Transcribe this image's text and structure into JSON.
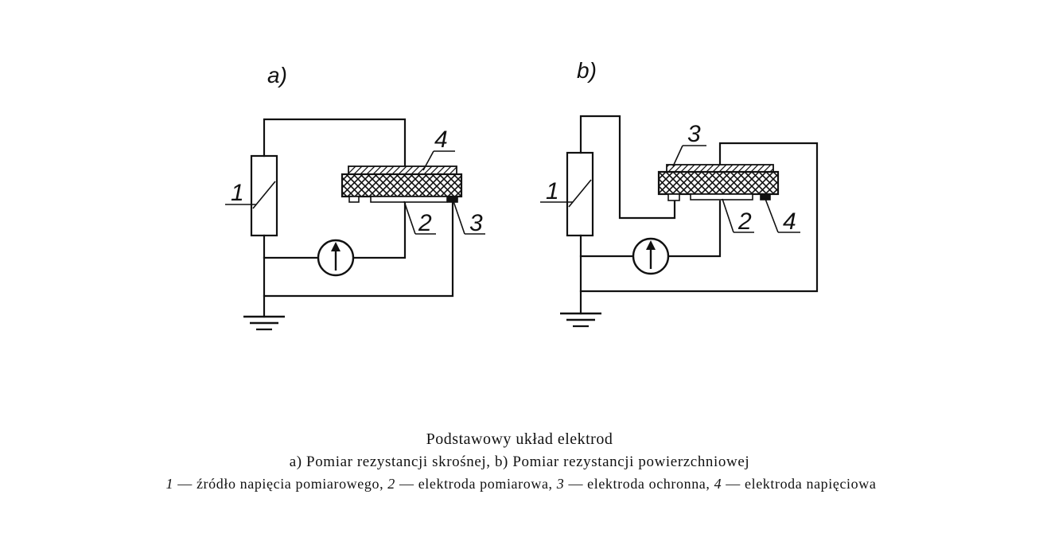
{
  "panels": {
    "a": {
      "label": "a)",
      "source_num": "1",
      "num_2": "2",
      "num_3": "3",
      "num_4": "4"
    },
    "b": {
      "label": "b)",
      "source_num": "1",
      "num_2": "2",
      "num_3": "3",
      "num_4": "4"
    }
  },
  "caption": {
    "title": "Podstawowy układ elektrod",
    "subtitle": "a) Pomiar rezystancji skrośnej, b) Pomiar rezystancji powierzchniowej",
    "legend": [
      {
        "num": "1",
        "text": " — źródło napięcia pomiarowego, "
      },
      {
        "num": "2",
        "text": " — elektroda pomiarowa, "
      },
      {
        "num": "3",
        "text": " — elektroda ochronna, "
      },
      {
        "num": "4",
        "text": " — elektroda napięciowa"
      }
    ]
  }
}
